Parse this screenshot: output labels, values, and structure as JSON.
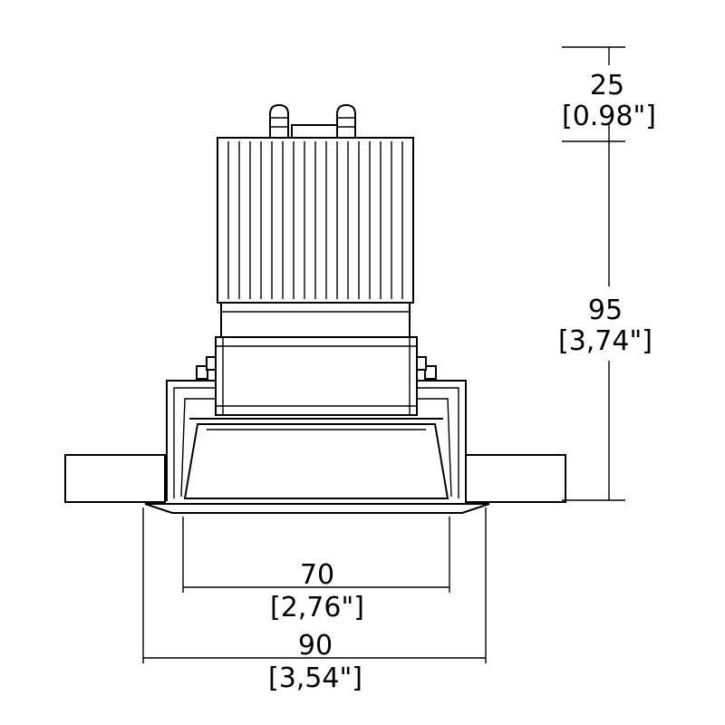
{
  "dimensions": {
    "top_height": {
      "mm": "25",
      "inch": "[0.98\"]"
    },
    "body_height": {
      "mm": "95",
      "inch": "[3,74\"]"
    },
    "aperture_width": {
      "mm": "70",
      "inch": "[2,76\"]"
    },
    "trim_width": {
      "mm": "90",
      "inch": "[3,54\"]"
    }
  }
}
